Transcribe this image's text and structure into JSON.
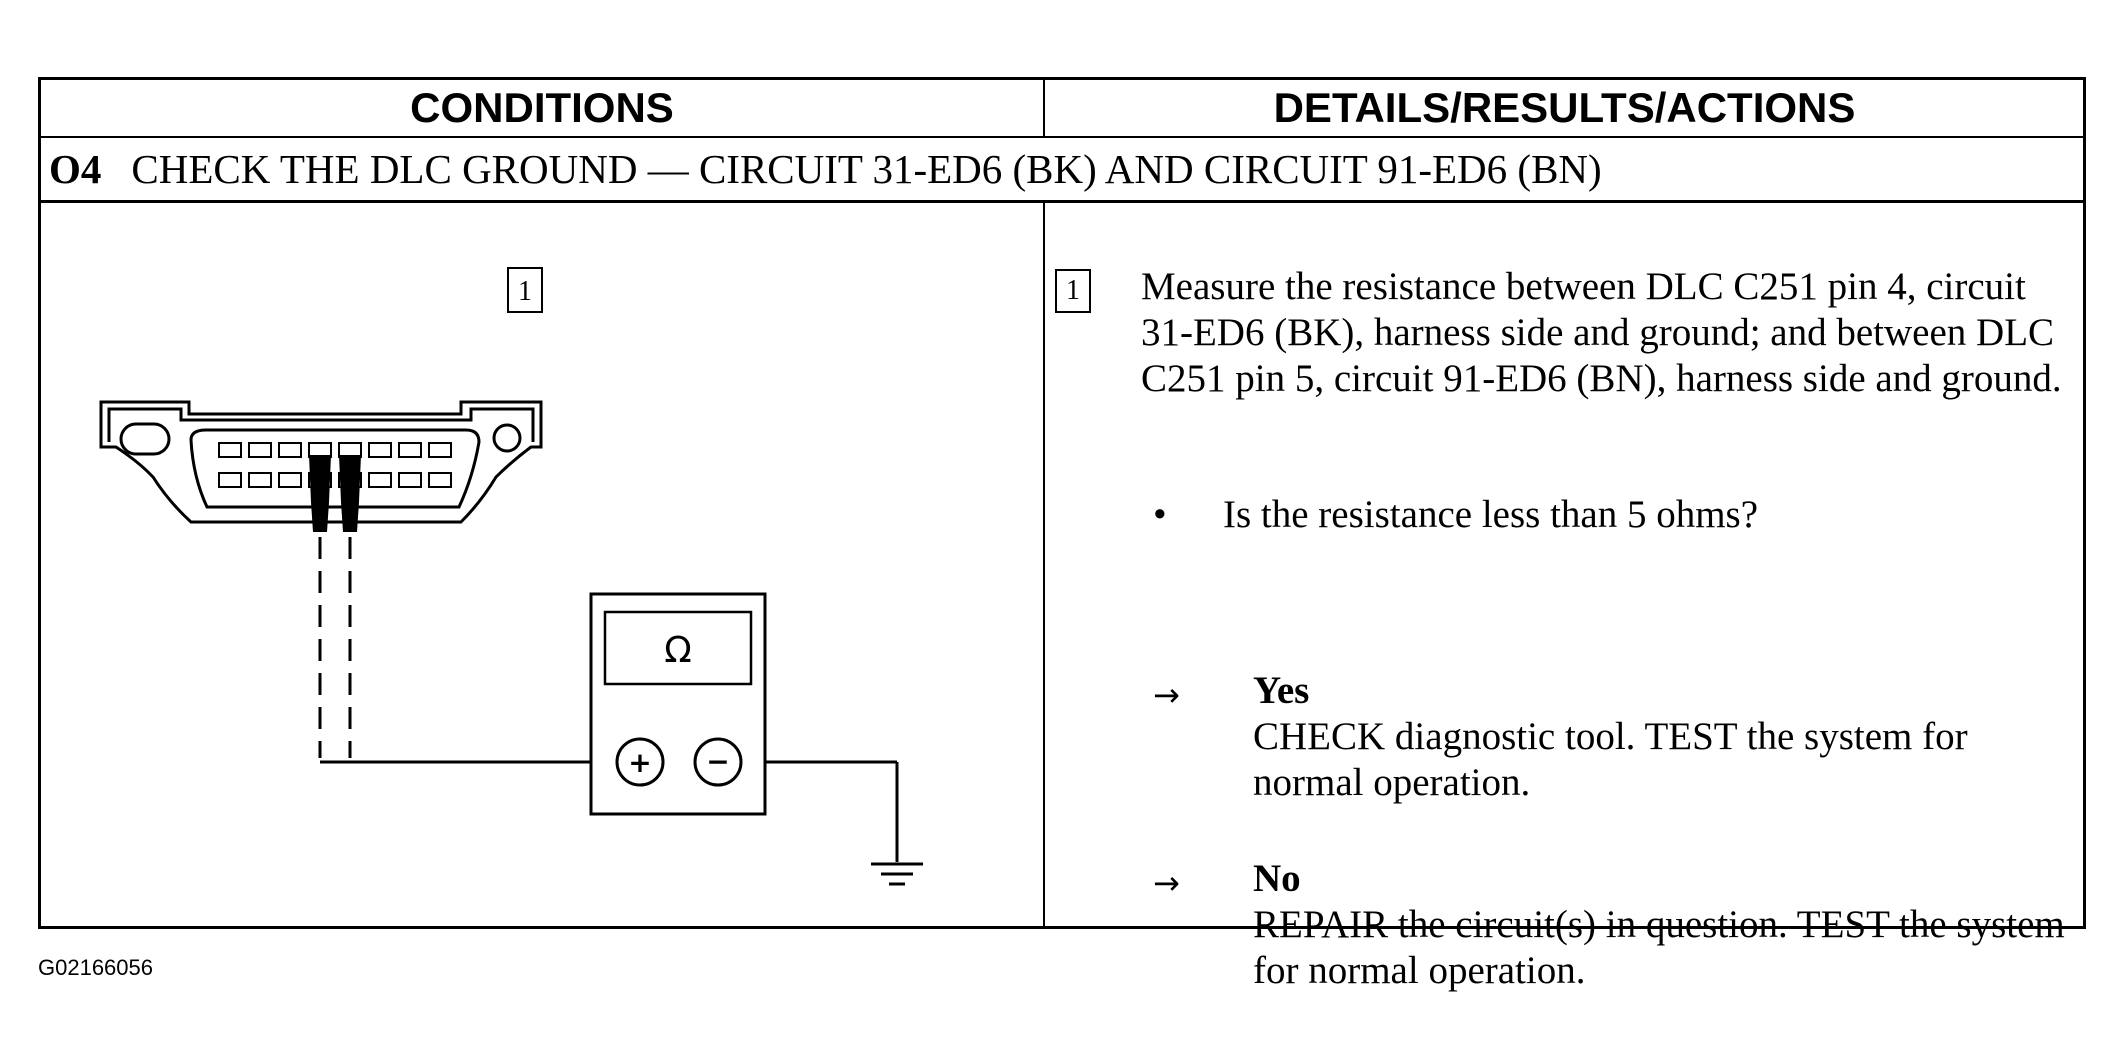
{
  "table": {
    "header_conditions": "CONDITIONS",
    "header_details": "DETAILS/RESULTS/ACTIONS",
    "step": {
      "number": "O4",
      "title": "CHECK THE DLC GROUND — CIRCUIT 31-ED6 (BK) AND CIRCUIT 91-ED6 (BN)"
    }
  },
  "diagram": {
    "callout": "1",
    "meter_symbol": "Ω",
    "plus_symbol": "+",
    "minus_symbol": "−"
  },
  "details": {
    "callout": "1",
    "measure_text": "Measure the resistance between DLC C251 pin 4, circuit 31-ED6 (BK), harness side and ground; and between DLC C251 pin 5, circuit 91-ED6 (BN), harness side and ground.",
    "bullet": "•",
    "question": "Is the resistance less than 5 ohms?",
    "arrow": "→",
    "yes_label": "Yes",
    "yes_text": "CHECK diagnostic tool. TEST the system for normal operation.",
    "no_label": "No",
    "no_text": "REPAIR the circuit(s) in question. TEST the system for normal operation."
  },
  "figure_id": "G02166056"
}
